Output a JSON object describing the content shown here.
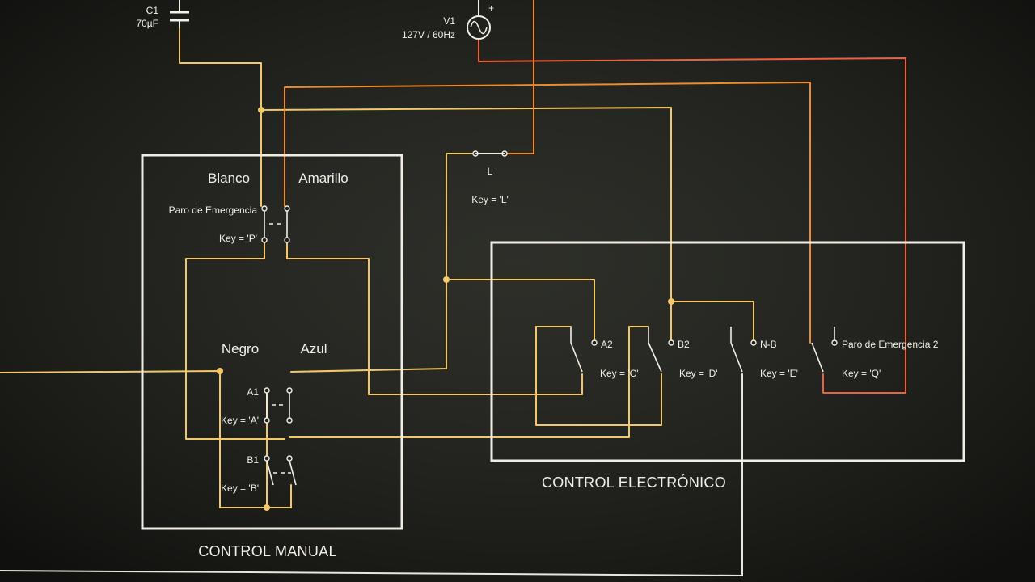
{
  "colors": {
    "wire_warm": "#f3c86a",
    "wire_orange": "#f08a2a",
    "wire_red": "#f0603a",
    "wire_white": "#e9e6dc",
    "box": "#f0ede4",
    "label": "#f2efe6",
    "background": "#1f201c"
  },
  "capacitor": {
    "name": "C1",
    "value": "70µF"
  },
  "source": {
    "name": "V1",
    "rating": "127V / 60Hz",
    "plus": "+",
    "symbol": "sine-source"
  },
  "switch_l": {
    "name": "L",
    "key": "Key = 'L'"
  },
  "manual": {
    "box_title": "CONTROL MANUAL",
    "label_blanco": "Blanco",
    "label_amarillo": "Amarillo",
    "emergency_label": "Paro de Emergencia",
    "emergency_key": "Key = 'P'",
    "label_negro": "Negro",
    "label_azul": "Azul",
    "a1": "A1",
    "key_a": "Key = 'A'",
    "b1": "B1",
    "key_b": "Key = 'B'"
  },
  "electronic": {
    "box_title": "CONTROL ELECTRÓNICO",
    "a2": "A2",
    "key_c": "Key = 'C'",
    "b2": "B2",
    "key_d": "Key = 'D'",
    "nb": "N-B",
    "key_e": "Key = 'E'",
    "emergency2": "Paro de Emergencia 2",
    "key_q": "Key = 'Q'"
  }
}
